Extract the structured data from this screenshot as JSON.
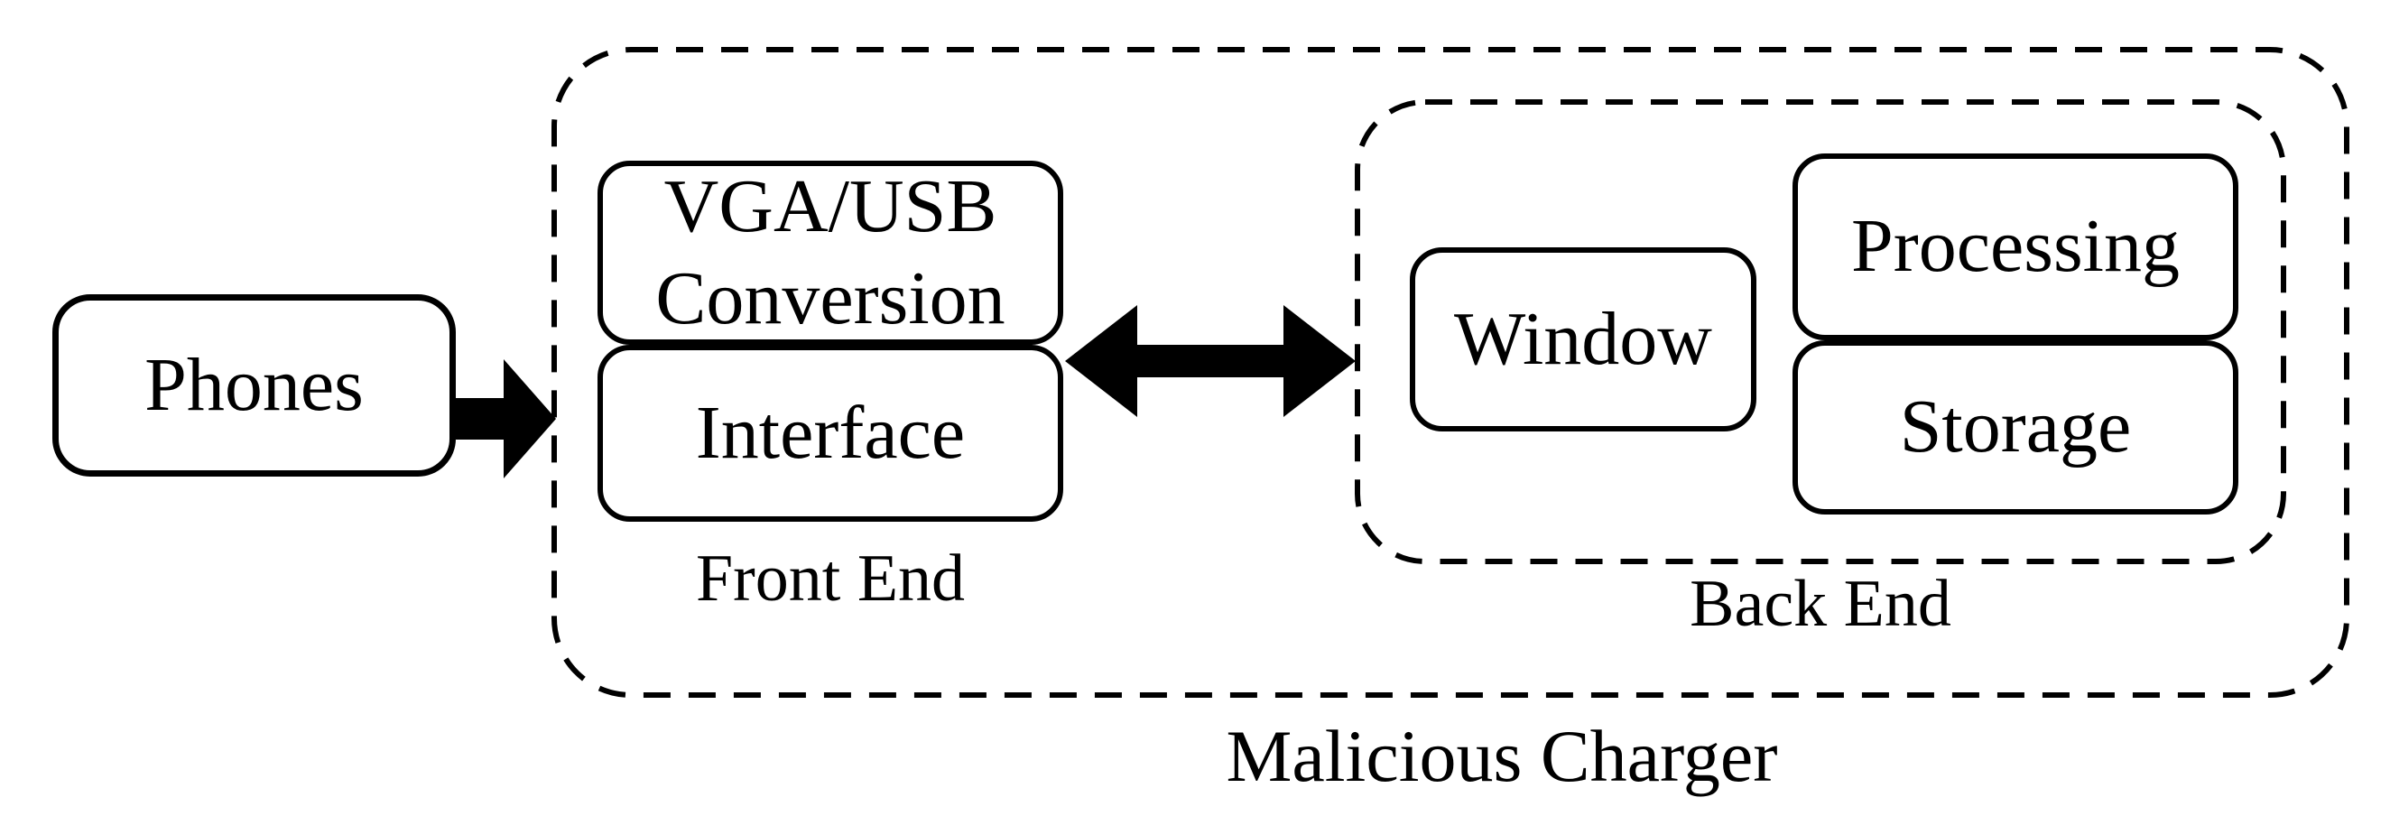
{
  "diagram": {
    "nodes": {
      "phones": "Phones",
      "conversion_line1": "VGA/USB",
      "conversion_line2": "Conversion",
      "interface": "Interface",
      "window": "Window",
      "processing": "Processing",
      "storage": "Storage"
    },
    "labels": {
      "front_end": "Front End",
      "back_end": "Back End",
      "malicious_charger": "Malicious Charger"
    },
    "connectors": {
      "phones_to_charger": "right-arrow",
      "frontend_backend": "double-headed-arrow"
    },
    "colors": {
      "stroke": "#000000",
      "text": "#000000",
      "background": "#ffffff"
    }
  }
}
